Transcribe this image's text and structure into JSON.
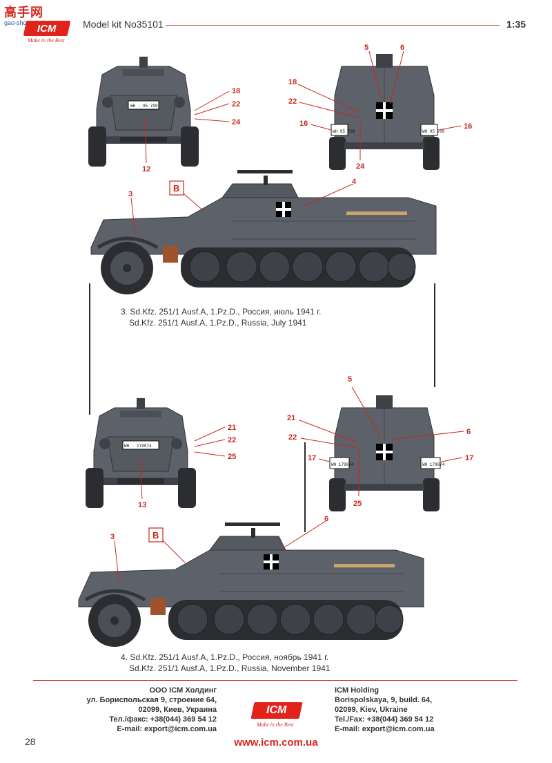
{
  "header": {
    "watermark_title": "高手网",
    "watermark_sub": "gao-shou.com",
    "logo": "ICM",
    "logo_tagline": "Make in the Best",
    "model_kit": "Model kit No35101",
    "scale": "1:35"
  },
  "marking_b": "B",
  "callouts_top": {
    "front_left": [
      "18",
      "22",
      "24",
      "12"
    ],
    "rear": [
      "5",
      "6",
      "18",
      "22",
      "16",
      "16",
      "24"
    ],
    "side": [
      "3",
      "4"
    ]
  },
  "callouts_bottom": {
    "front_left": [
      "21",
      "22",
      "25",
      "13"
    ],
    "rear": [
      "5",
      "6",
      "21",
      "22",
      "17",
      "17",
      "25"
    ],
    "side": [
      "3",
      "6"
    ]
  },
  "plates": {
    "top_front": "WH - 95 709",
    "top_rear_l": "WH 95 709",
    "top_rear_r": "WH 95 709",
    "bottom_front": "WH - 179074",
    "bottom_rear_l": "WH 179074",
    "bottom_rear_r": "WH 179074"
  },
  "captions": {
    "v3_ru": "3. Sd.Kfz. 251/1 Ausf.A, 1.Pz.D., Россия, июль 1941 г.",
    "v3_en": "Sd.Kfz. 251/1 Ausf.A, 1.Pz.D., Russia, July 1941",
    "v4_ru": "4. Sd.Kfz. 251/1 Ausf.A, 1.Pz.D., Россия, ноябрь 1941 г.",
    "v4_en": "Sd.Kfz. 251/1 Ausf.A, 1.Pz.D., Russia, November 1941"
  },
  "footer": {
    "left": [
      "ООО ICM Холдинг",
      "ул. Бориспольская 9, строение 64,",
      "02099, Киев, Украина",
      "Тел./факс: +38(044) 369 54 12",
      "E-mail: export@icm.com.ua"
    ],
    "right": [
      "ICM Holding",
      "Borispolskaya, 9, build. 64,",
      "02099, Kiev, Ukraine",
      "Tel./Fax: +38(044) 369 54 12",
      "E-mail: export@icm.com.ua"
    ],
    "logo": "ICM",
    "logo_tagline": "Make in the Best",
    "page_number": "28",
    "website": "www.icm.com.ua"
  },
  "colors": {
    "accent": "#c8281d",
    "vehicle": "#5d6169",
    "vehicle_dark": "#3e4148",
    "track": "#2b2d31"
  }
}
